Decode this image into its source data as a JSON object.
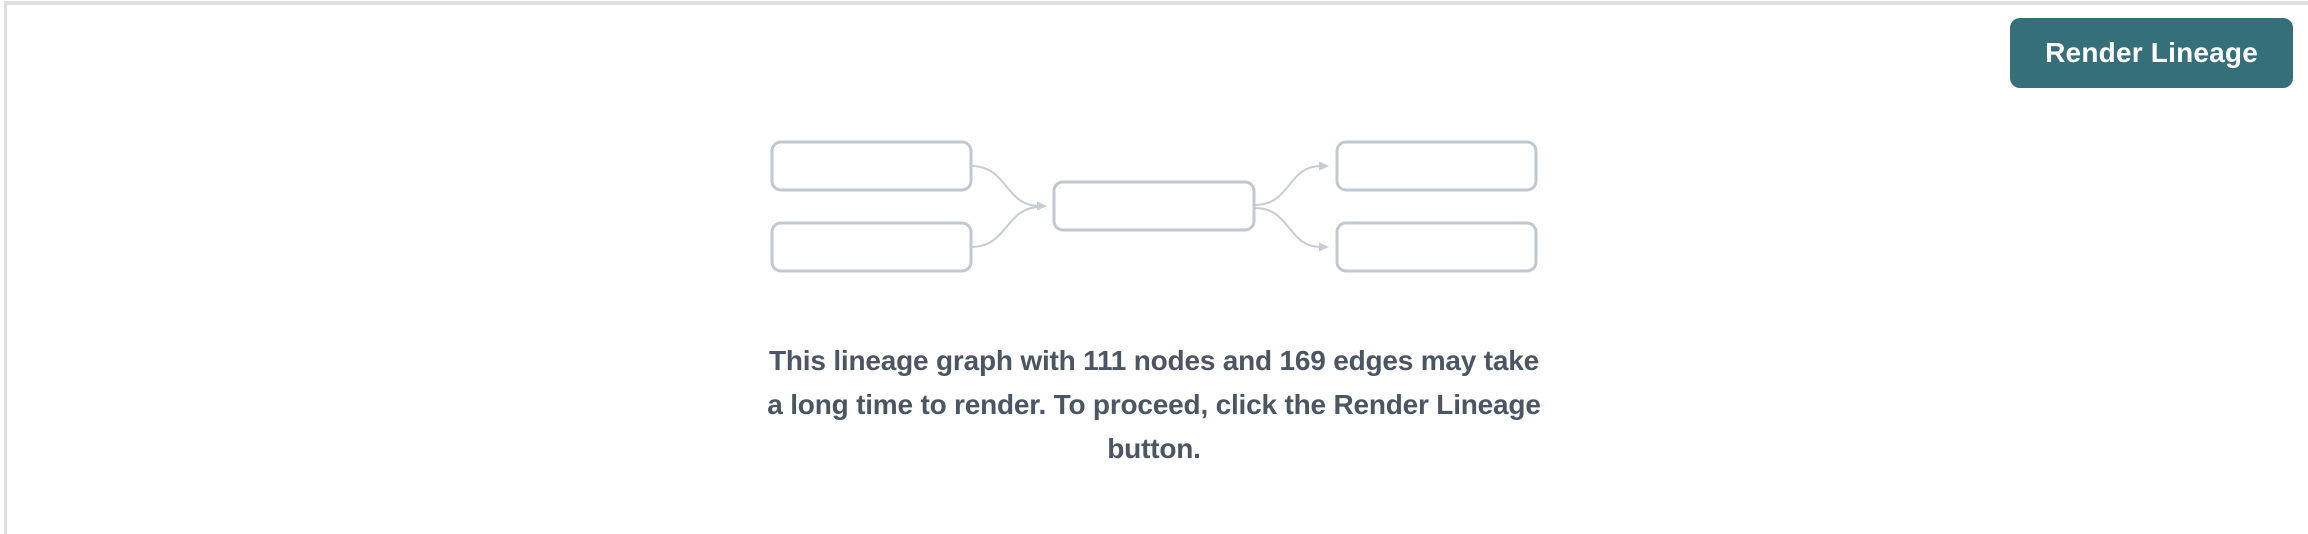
{
  "colors": {
    "accent_teal": "#35707a",
    "button_text": "#ffffff",
    "message_text": "#4c5564",
    "node_border": "#c2c8d2",
    "edge_gray": "#c8ccd5",
    "panel_border": "#dfdfe3",
    "background": "#ffffff"
  },
  "header": {
    "render_button_label": "Render Lineage"
  },
  "graph_stats": {
    "nodes": 111,
    "edges": 169
  },
  "message": {
    "lines": [
      "This lineage graph with 111 nodes and 169 edges may take",
      "a long time to render. To proceed, click the Render Lineage",
      "button."
    ]
  }
}
